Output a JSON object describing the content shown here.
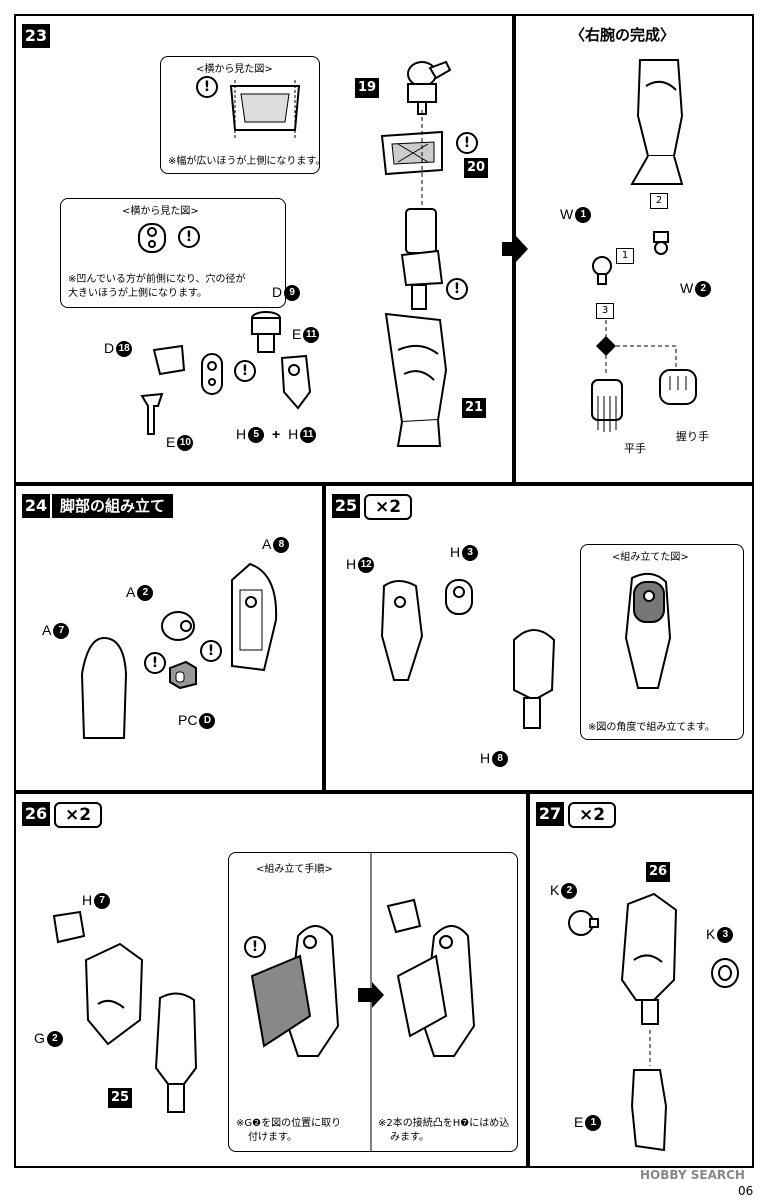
{
  "steps": {
    "s23": {
      "number": "23",
      "callout_side_title": "<横から見た図>",
      "callout_side_note": "※幅が広いほうが上側になります。",
      "callout2_title": "<横から見た図>",
      "callout2_note_1": "※凹んでいる方が前側になり、穴の径が",
      "callout2_note_2": "大きいほうが上側になります。",
      "tags": [
        "19",
        "20",
        "21"
      ],
      "labels": {
        "d9": "D",
        "d9n": "9",
        "e11": "E",
        "e11n": "11",
        "d18": "D",
        "d18n": "18",
        "e10": "E",
        "e10n": "10",
        "h5": "H",
        "h5n": "5",
        "plus": "+",
        "h11": "H",
        "h11n": "11"
      }
    },
    "complete": {
      "title": "〈右腕の完成〉",
      "w1": "W",
      "w1n": "1",
      "w2": "W",
      "w2n": "2",
      "step1": "1",
      "step2": "2",
      "step3": "3",
      "hand_flat": "平手",
      "hand_fist": "握り手"
    },
    "s24": {
      "number": "24",
      "title": "脚部の組み立て",
      "a8": "A",
      "a8n": "8",
      "a2": "A",
      "a2n": "2",
      "a7": "A",
      "a7n": "7",
      "pcd": "PC",
      "pcdn": "D"
    },
    "s25": {
      "number": "25",
      "times": "×2",
      "h3": "H",
      "h3n": "3",
      "h12": "H",
      "h12n": "12",
      "h8": "H",
      "h8n": "8",
      "callout_title": "<組み立てた図>",
      "callout_note": "※図の角度で組み立てます。"
    },
    "s26": {
      "number": "26",
      "times": "×2",
      "h7": "H",
      "h7n": "7",
      "g2": "G",
      "g2n": "2",
      "tag25": "25",
      "callout_title": "<組み立て手順>",
      "note_left_1": "※G❷を図の位置に取り",
      "note_left_2": "付けます。",
      "note_right_1": "※2本の接続凸をH❼にはめ込",
      "note_right_2": "みます。"
    },
    "s27": {
      "number": "27",
      "times": "×2",
      "k2": "K",
      "k2n": "2",
      "k3": "K",
      "k3n": "3",
      "tag26": "26",
      "e1": "E",
      "e1n": "1"
    }
  },
  "footer": {
    "watermark": "HOBBY SEARCH",
    "page": "06"
  },
  "warning_symbol": "!",
  "colors": {
    "ink": "#000000",
    "paper": "#ffffff",
    "gray": "#888888"
  }
}
